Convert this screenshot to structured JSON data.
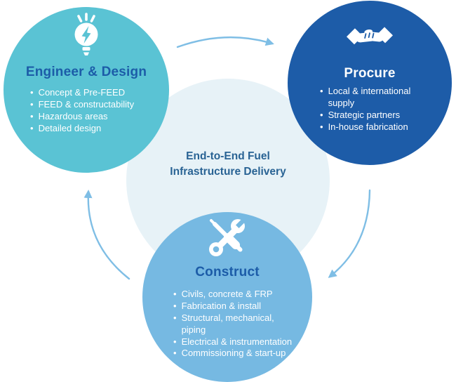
{
  "diagram": {
    "center": {
      "title_lines": [
        "End-to-End Fuel",
        "Infrastructure Delivery"
      ]
    },
    "circles": {
      "engineer": {
        "title": "Engineer & Design",
        "icon": "lightbulb-icon",
        "bullets": [
          "Concept & Pre-FEED",
          "FEED & constructability",
          "Hazardous areas",
          "Detailed design"
        ]
      },
      "procure": {
        "title": "Procure",
        "icon": "handshake-icon",
        "bullets": [
          "Local & international supply",
          "Strategic partners",
          "In-house fabrication"
        ]
      },
      "construct": {
        "title": "Construct",
        "icon": "tools-icon",
        "bullets": [
          "Civils, concrete & FRP",
          "Fabrication & install",
          "Structural, mechanical, piping",
          "Electrical & instrumentation",
          "Commissioning & start-up"
        ]
      }
    },
    "arrows": {
      "top": "engineer-to-procure",
      "right": "procure-to-construct",
      "left": "construct-to-engineer"
    },
    "bullet_char": "•",
    "colors": {
      "engineer_circle": "#5AC3D4",
      "procure_circle": "#1D5CA8",
      "construct_circle": "#76B9E2",
      "center_circle": "#E7F2F7",
      "title_blue": "#1C5CA8",
      "center_text_blue": "#296394",
      "bullet_text": "#FFFFFF",
      "arrow": "#7FBEE5"
    }
  }
}
